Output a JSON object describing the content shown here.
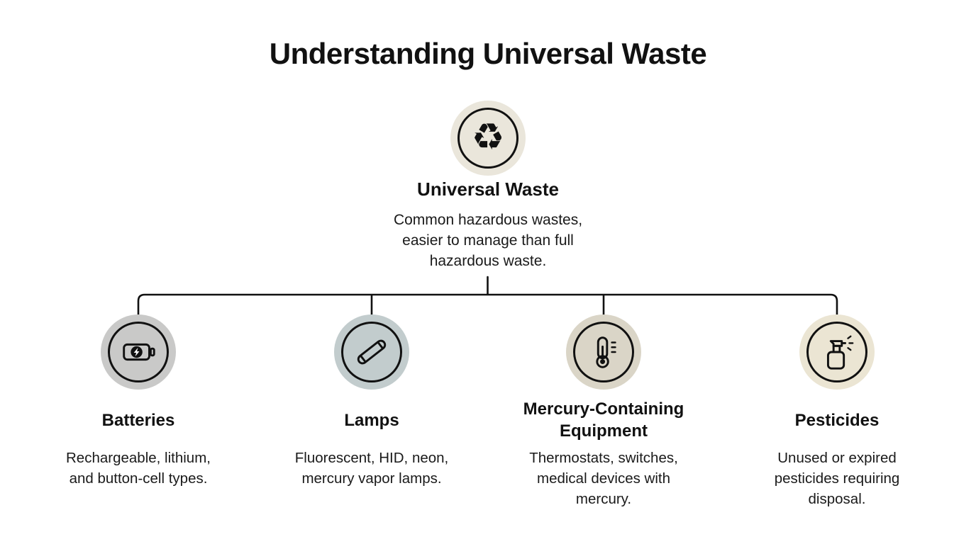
{
  "page": {
    "title": "Understanding Universal Waste",
    "background_color": "#ffffff",
    "text_color": "#111111",
    "connector_color": "#111111"
  },
  "root_node": {
    "icon": "recycle-icon",
    "icon_glyph": "♻",
    "label": "Universal Waste",
    "description": "Common hazardous wastes, easier to manage than full hazardous waste.",
    "circle_color": "#eae6db"
  },
  "children": [
    {
      "icon": "battery-icon",
      "label": "Batteries",
      "description": "Rechargeable, lithium, and button-cell types.",
      "circle_color": "#c9c9c8"
    },
    {
      "icon": "lamp-icon",
      "label": "Lamps",
      "description": "Fluorescent, HID, neon, mercury vapor lamps.",
      "circle_color": "#c2cccd"
    },
    {
      "icon": "thermometer-icon",
      "label": "Mercury-Containing Equipment",
      "description": "Thermostats, switches, medical devices with mercury.",
      "circle_color": "#dad5c7"
    },
    {
      "icon": "spray-bottle-icon",
      "label": "Pesticides",
      "description": "Unused or expired pesticides requiring disposal.",
      "circle_color": "#ebe5d3"
    }
  ]
}
